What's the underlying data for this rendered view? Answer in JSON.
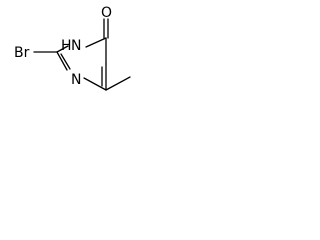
{
  "molecule": {
    "atoms": {
      "oxygen": "O",
      "nh": "H",
      "n_ring_3": "N",
      "n_ring_1": "N",
      "bromine": "Br"
    },
    "bond_color": "#000000"
  }
}
